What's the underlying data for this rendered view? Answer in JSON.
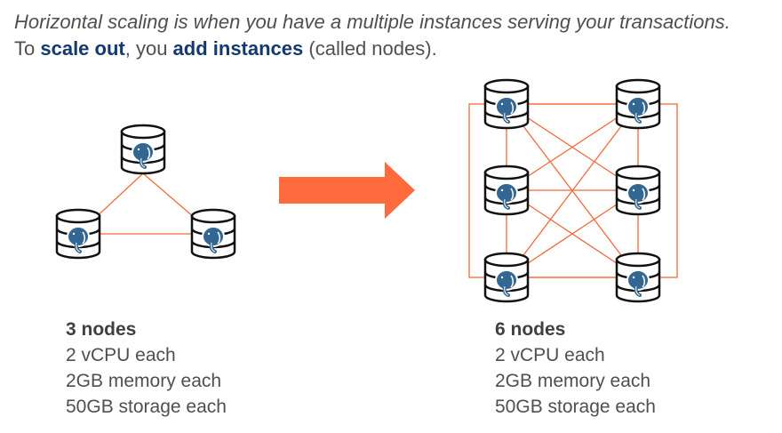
{
  "header": {
    "line1": "Horizontal scaling is when you have a multiple instances serving your transactions.",
    "line2_prefix": "To ",
    "line2_emph1": "scale out",
    "line2_mid": ", you ",
    "line2_emph2": "add instances",
    "line2_suffix": " (called nodes)."
  },
  "left_cluster": {
    "title": "3 nodes",
    "cpu": "2 vCPU each",
    "memory": "2GB memory each",
    "storage": "50GB storage each"
  },
  "right_cluster": {
    "title": "6 nodes",
    "cpu": "2 vCPU each",
    "memory": "2GB memory each",
    "storage": "50GB storage each"
  },
  "colors": {
    "connector": "#f26b3a",
    "arrow": "#ff6b3d",
    "emphasis": "#123a6e",
    "text": "#4f4f4f",
    "db_outline": "#111111",
    "elephant": "#336791"
  },
  "icons": {
    "node": "postgresql-database-icon",
    "arrow": "arrow-right-icon"
  }
}
